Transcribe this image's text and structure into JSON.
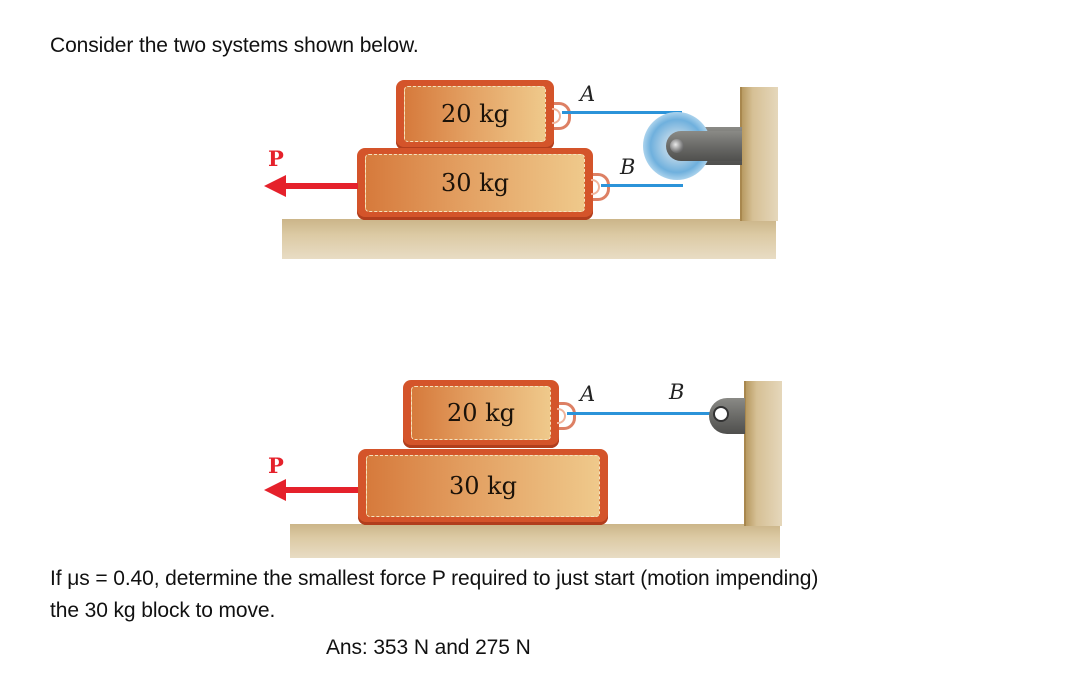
{
  "intro_text": "Consider the two systems shown below.",
  "figure_1": {
    "upper_block_label": "20 kg",
    "lower_block_label": "30 kg",
    "force_label": "P",
    "point_a_label": "A",
    "point_b_label": "B",
    "support": "pulley"
  },
  "figure_2": {
    "upper_block_label": "20 kg",
    "lower_block_label": "30 kg",
    "force_label": "P",
    "point_a_label": "A",
    "point_b_label": "B",
    "support": "fixed-pin"
  },
  "question": {
    "line1": "If μs = 0.40, determine the smallest force P required to just start (motion impending)",
    "line2": "the 30 kg block to move."
  },
  "answer": "Ans:  353 N and 275 N",
  "colors": {
    "force_arrow": "#e5212b",
    "cable": "#2b93d9",
    "block_border": "#d4542a"
  }
}
